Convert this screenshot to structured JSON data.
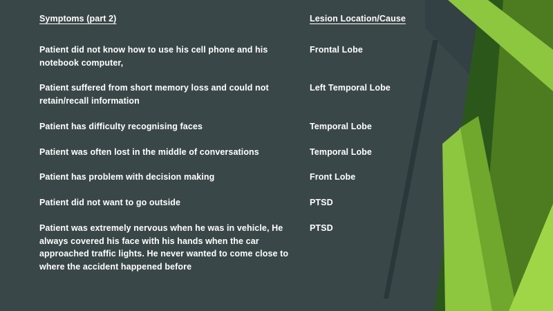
{
  "slide": {
    "header": {
      "symptoms_label": "Symptoms (part 2)",
      "lesion_label": "Lesion Location/Cause"
    },
    "rows": [
      {
        "symptom": "Patient did not know how to use his cell phone and his notebook computer,",
        "lesion": "Frontal Lobe"
      },
      {
        "symptom": "Patient suffered from short memory loss and could not retain/recall information",
        "lesion": "Left Temporal Lobe"
      },
      {
        "symptom": "Patient has difficulty recognising faces",
        "lesion": "Temporal Lobe"
      },
      {
        "symptom": "Patient was often lost in the middle of conversations",
        "lesion": "Temporal Lobe"
      },
      {
        "symptom": "Patient has problem with decision making",
        "lesion": "Front Lobe"
      },
      {
        "symptom": "Patient did not want to go outside",
        "lesion": "PTSD"
      },
      {
        "symptom": "Patient was extremely nervous when he was in vehicle, He always covered his face with his hands when the car approached traffic lights. He never wanted to come close to where the accident happened before",
        "lesion": "PTSD"
      }
    ],
    "colors": {
      "background": "#3a4749",
      "text": "#ffffff",
      "shadow_wedge": "#334044",
      "dark_sliver": "#2b373b",
      "green_darkest": "#2c571b",
      "green_dark": "#4c7c1f",
      "green_mid": "#6fa82c",
      "green_bright": "#8dc63f",
      "green_brightest": "#9ed648"
    }
  }
}
